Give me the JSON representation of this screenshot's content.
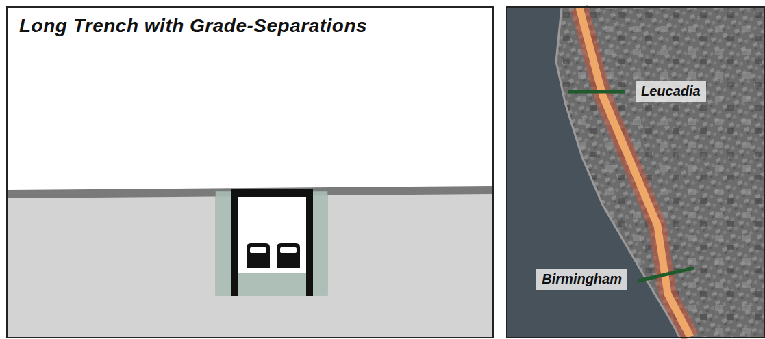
{
  "diagram": {
    "title": "Long Trench with Grade-Separations",
    "labels": [
      "Leucadia",
      "Birmingham"
    ]
  }
}
